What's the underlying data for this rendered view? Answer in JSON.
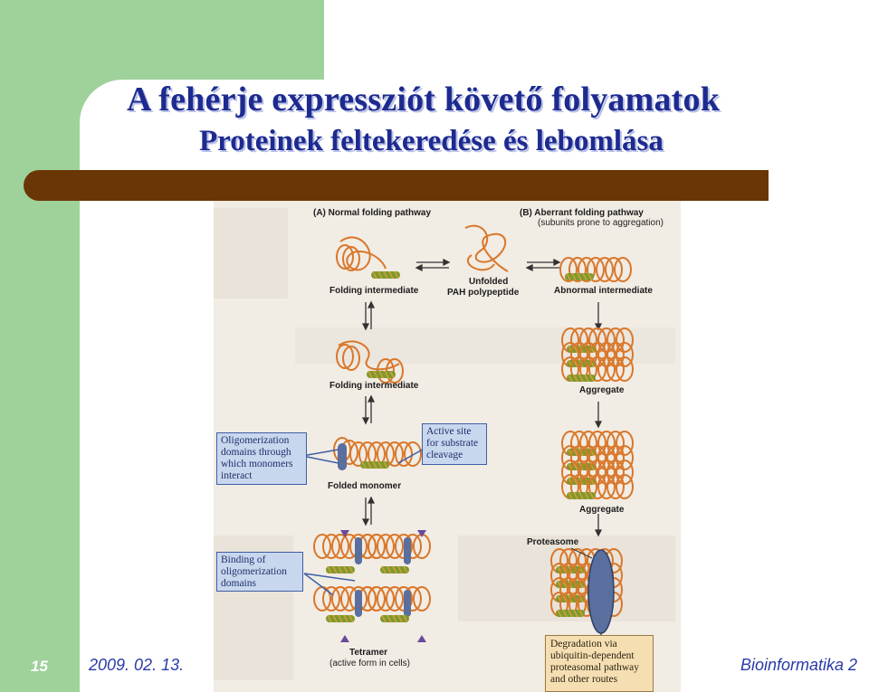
{
  "slide": {
    "title": "A fehérje expressziót követő folyamatok",
    "subtitle": "Proteinek feltekeredése és lebomlása",
    "page_number": "15",
    "date": "2009. 02. 13.",
    "course": "Bioinformatika 2"
  },
  "figure": {
    "panel_a_title": "(A) Normal folding pathway",
    "panel_b_title": "(B) Aberrant folding pathway",
    "panel_b_subtitle": "(subunits prone to aggregation)",
    "labels": {
      "folding_intermediate_1": "Folding intermediate",
      "unfolded_line1": "Unfolded",
      "unfolded_line2": "PAH polypeptide",
      "abnormal_intermediate": "Abnormal intermediate",
      "folding_intermediate_2": "Folding intermediate",
      "aggregate_1": "Aggregate",
      "folded_monomer": "Folded monomer",
      "aggregate_2": "Aggregate",
      "proteasome": "Proteasome",
      "tetramer": "Tetramer",
      "tetramer_note": "(active form in cells)"
    },
    "callouts": {
      "oligomerization": [
        "Oligomerization",
        "domains through",
        "which monomers",
        "interact"
      ],
      "active_site": [
        "Active site",
        "for substrate",
        "cleavage"
      ],
      "binding": [
        "Binding of",
        "oligomerization",
        "domains"
      ],
      "degradation": [
        "Degradation via",
        "ubiquitin-dependent",
        "proteasomal pathway",
        "and other routes"
      ]
    }
  },
  "colors": {
    "title": "#1d2a8f",
    "bar": "#6b3605",
    "green": "#9fd29b",
    "protein_coil": "#d9772a",
    "helix": "#7f9a2c",
    "proteasome": "#5a6f9e",
    "callout_fill": "#c9d7ee"
  }
}
